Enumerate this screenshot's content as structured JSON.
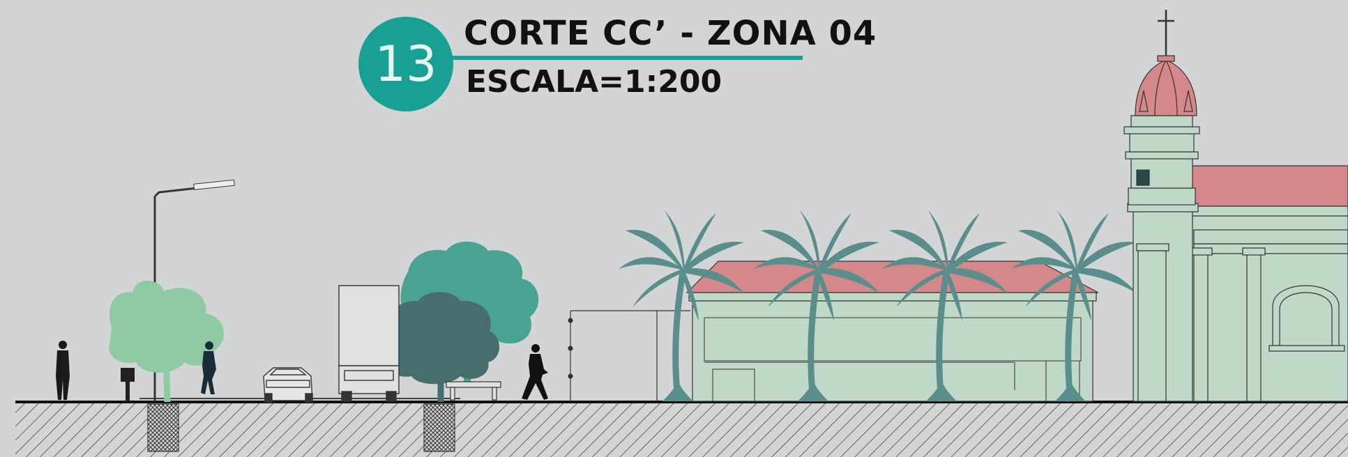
{
  "drawing": {
    "number": "13",
    "title": "CORTE CC’ - ZONA 04",
    "scale": "ESCALA=1:200"
  },
  "colors": {
    "background": "#d3d4d6",
    "accent": "#17a093",
    "palm": "#5a8e8c",
    "roof": "#d4888a",
    "wall": "#bfd8c8",
    "tree_light": "#8fcaa4",
    "tree_mid": "#4aa392",
    "tree_dark": "#476e6c",
    "ground_line": "#111111"
  }
}
